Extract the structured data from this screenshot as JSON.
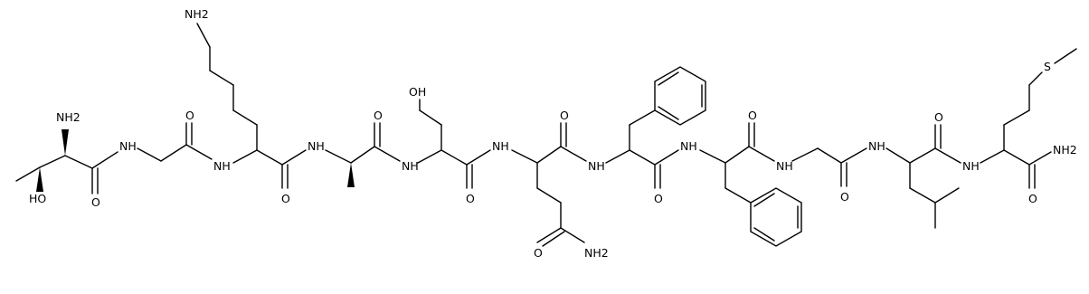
{
  "labels": {
    "nh2_n_terminal": "NH2",
    "oh_thr": "HO",
    "o1": "O",
    "nh1": "NH",
    "o2": "O",
    "nh2_lys_side": "NH2",
    "nh2": "NH",
    "o3": "O",
    "nh3": "NH",
    "o4": "O",
    "oh_ser": "OH",
    "nh4": "NH",
    "o5": "O",
    "nh5": "NH",
    "o6": "O",
    "o_gln_side": "O",
    "nh2_gln_side": "NH2",
    "nh6": "NH",
    "o7": "O",
    "nh7": "NH",
    "o8": "O",
    "nh8": "NH",
    "o9": "O",
    "nh9": "NH",
    "o10": "O",
    "nh10": "NH",
    "s_met": "S",
    "nh2_c_terminal": "NH2",
    "o_c_terminal": "O"
  },
  "colors": {
    "bond": "#000000",
    "text": "#000000",
    "background": "#ffffff"
  }
}
